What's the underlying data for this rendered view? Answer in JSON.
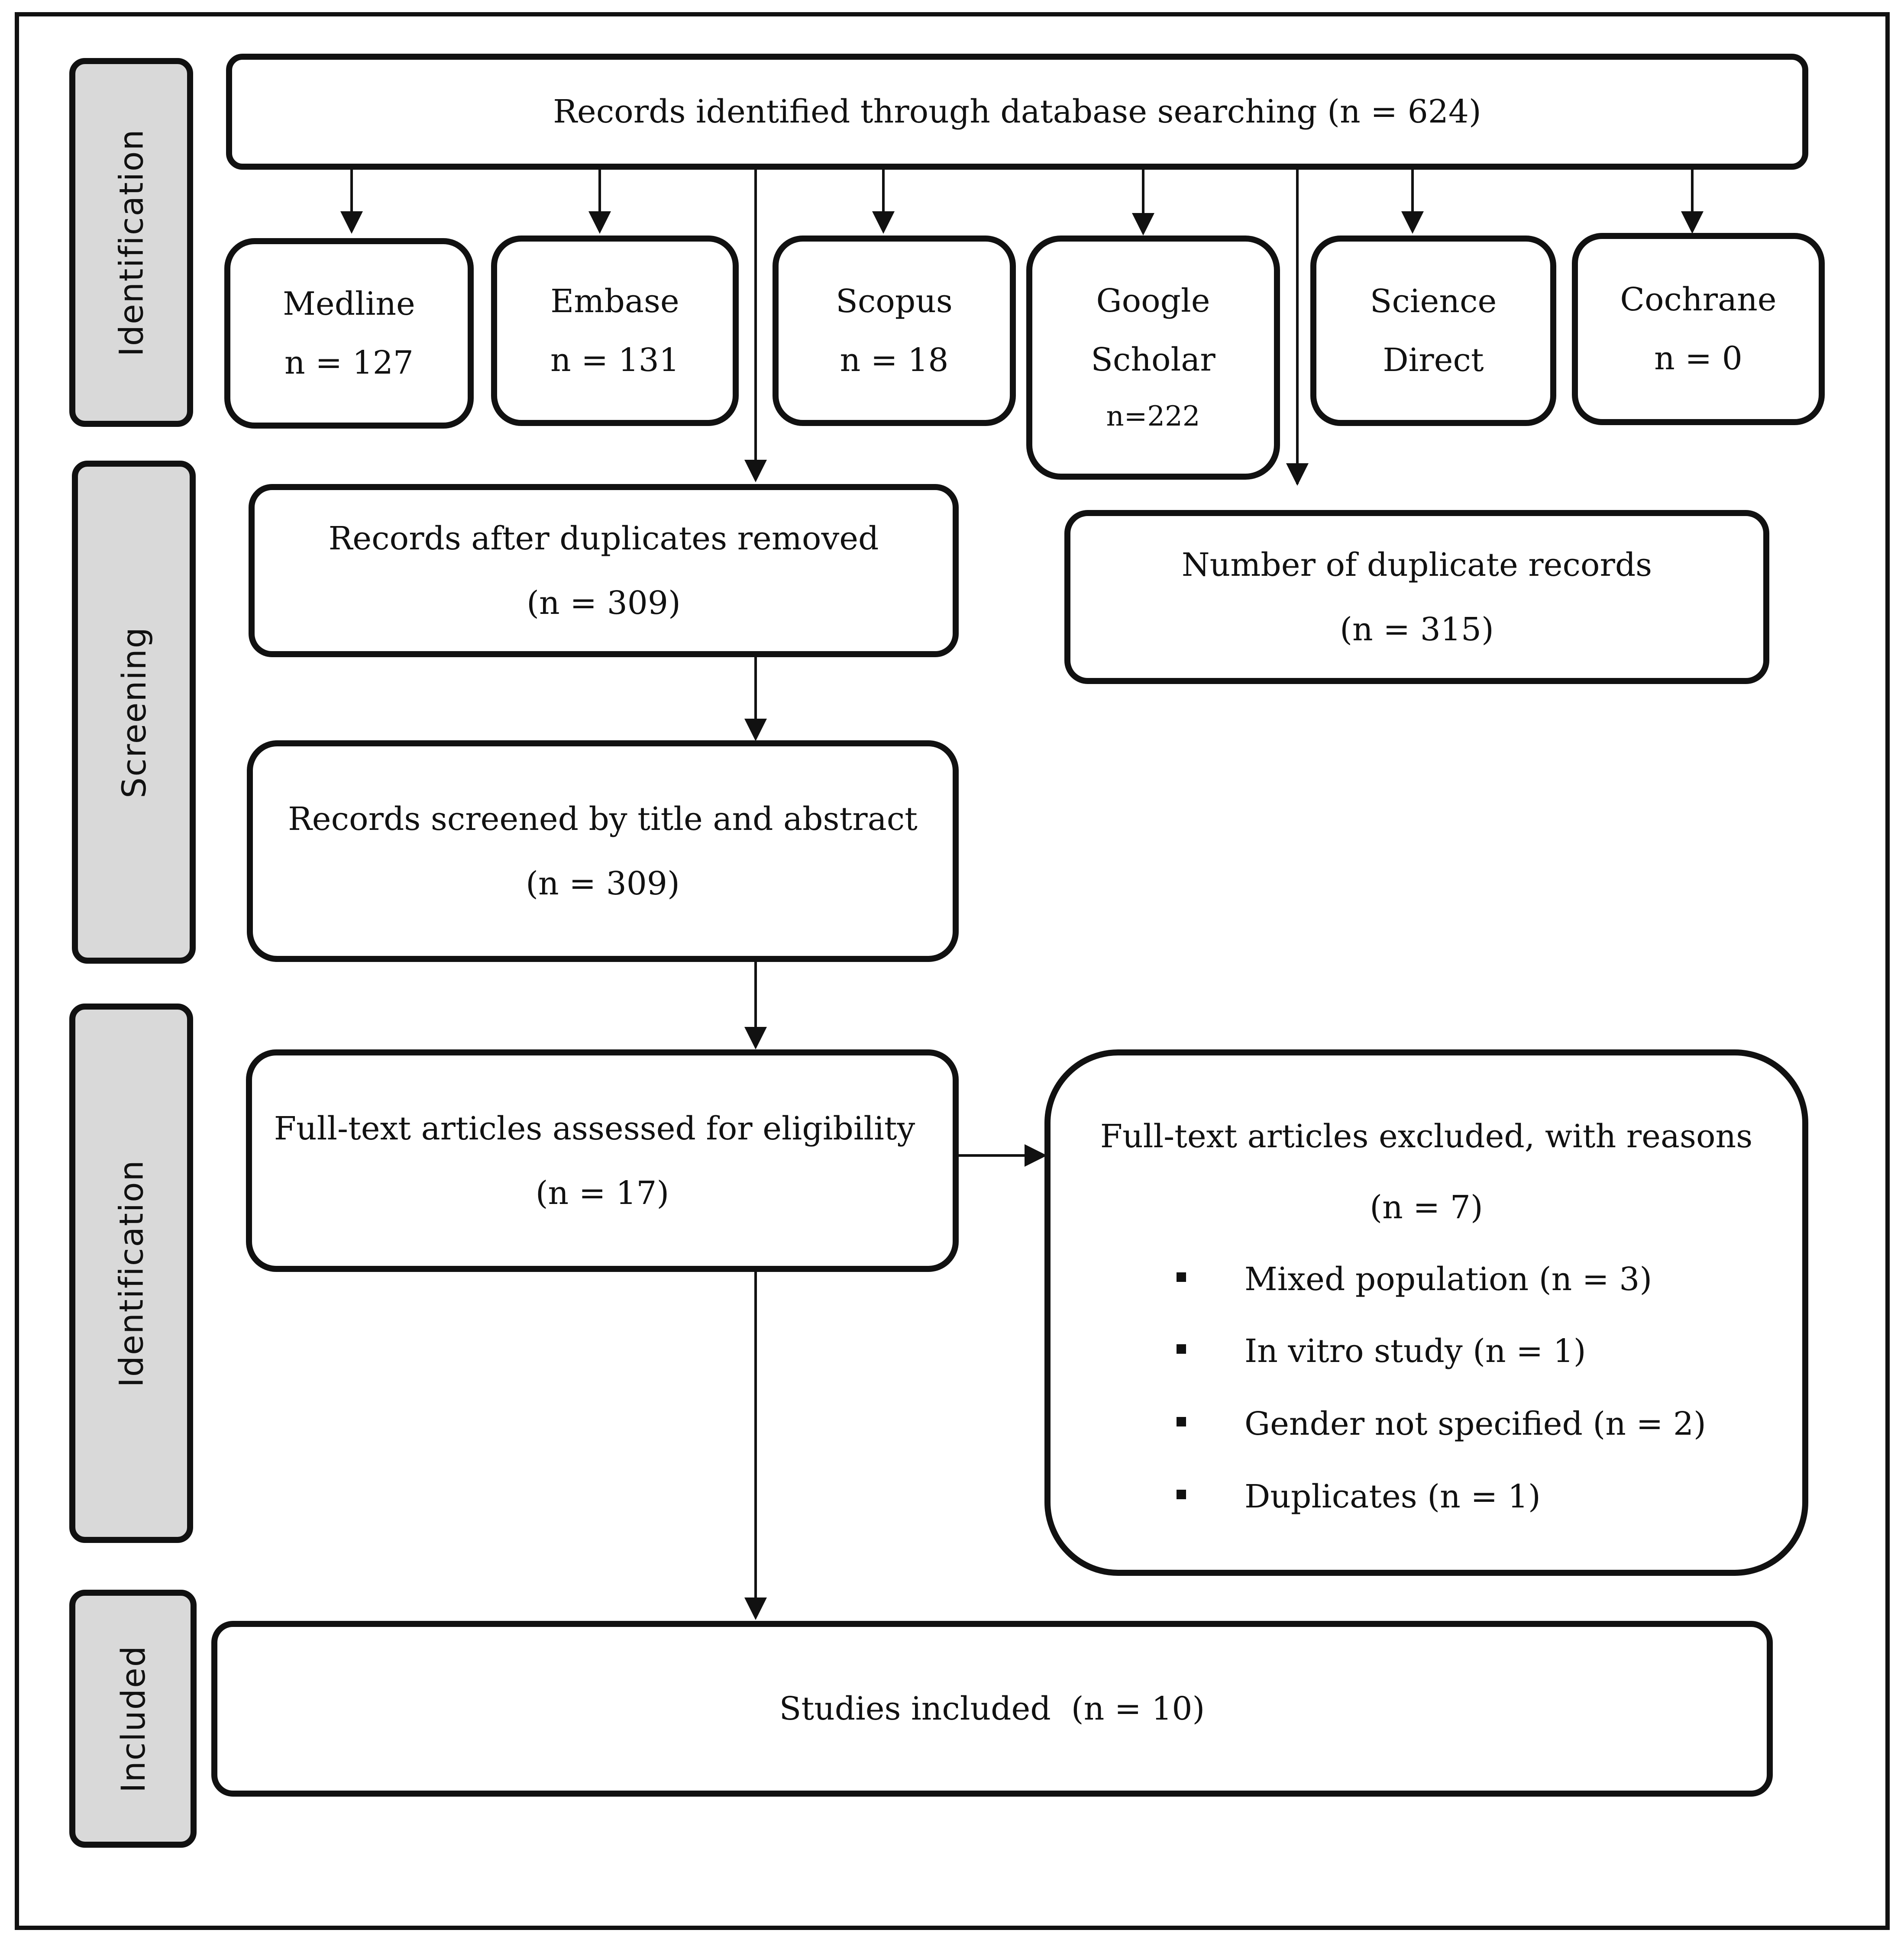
{
  "phases": {
    "identification": "Identification",
    "screening": "Screening",
    "eligibility": "Identification",
    "included": "Included"
  },
  "records_identified": "Records identified through database searching (n = 624)",
  "databases": [
    {
      "name": "Medline",
      "count": "n = 127"
    },
    {
      "name": "Embase",
      "count": "n = 131"
    },
    {
      "name": "Scopus",
      "count": "n = 18"
    },
    {
      "name_line1": "Google",
      "name_line2": "Scholar",
      "count": "n=222"
    },
    {
      "name_line1": "Science",
      "name_line2": "Direct"
    },
    {
      "name": "Cochrane",
      "count": "n = 0"
    }
  ],
  "after_duplicates": {
    "label": "Records after duplicates removed",
    "count": "(n = 309)"
  },
  "duplicates": {
    "label": "Number of duplicate records",
    "count": "(n = 315)"
  },
  "screened": {
    "label": "Records screened by title and abstract",
    "count": "(n = 309)"
  },
  "full_text": {
    "label": "Full-text articles assessed for eligibility",
    "count": "(n = 17)"
  },
  "excluded": {
    "label": "Full-text articles excluded, with reasons",
    "count": "(n = 7)",
    "reasons": [
      "Mixed population (n = 3)",
      "In vitro study (n = 1)",
      "Gender not specified (n = 2)",
      "Duplicates (n = 1)"
    ]
  },
  "included": "Studies included  (n = 10)"
}
